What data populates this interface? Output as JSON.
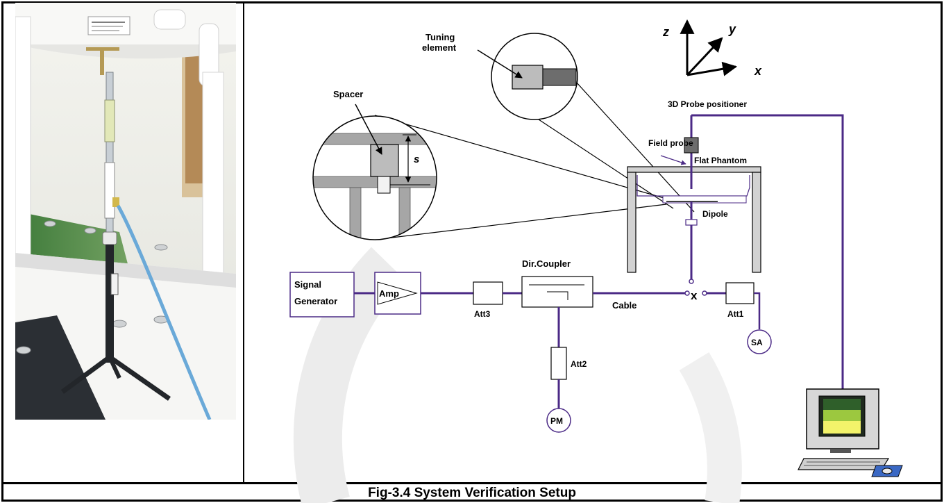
{
  "caption": "Fig-3.4 System Verification Setup",
  "colors": {
    "probe_line": "#4b2a86",
    "box_fill": "#bcbcbc",
    "table_fill": "#d2d2d2",
    "monitor_screen_top": "#2f5f2a",
    "monitor_screen_mid": "#9cc83f",
    "monitor_screen_bottom": "#f3f36a"
  },
  "photo": {
    "label_lines": [
      "",
      "",
      ""
    ]
  },
  "diagram": {
    "axes": {
      "z": "z",
      "y": "y",
      "x": "x"
    },
    "labels": {
      "tuning_element_1": "Tuning",
      "tuning_element_2": "element",
      "spacer": "Spacer",
      "s": "s",
      "probe_positioner": "3D Probe positioner",
      "field_probe": "Field probe",
      "flat_phantom": "Flat Phantom",
      "dipole": "Dipole",
      "signal_generator_1": "Signal",
      "signal_generator_2": "Generator",
      "amp": "Amp",
      "dir_coupler": "Dir.Coupler",
      "att3": "Att3",
      "cable": "Cable",
      "x_connector": "x",
      "att1": "Att1",
      "sa": "SA",
      "att2": "Att2",
      "pm": "PM"
    }
  }
}
